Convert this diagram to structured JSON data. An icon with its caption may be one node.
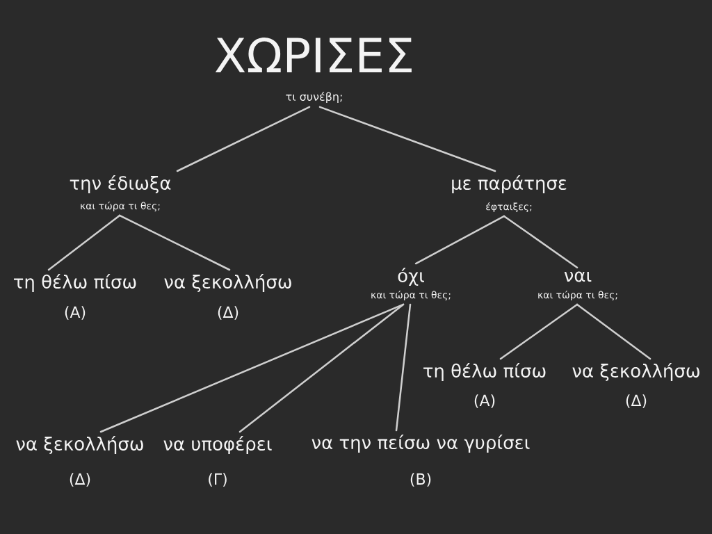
{
  "diagram": {
    "nodes": [
      {
        "text": [
          "ΧΩΡΙΣΕΣ",
          "τι συνέβη;"
        ]
      },
      {
        "text": [
          "την έδιωξα",
          "και τώρα τι θες;"
        ]
      },
      {
        "text": [
          "με παράτησε",
          "έφταιξες;"
        ]
      },
      {
        "text": [
          "τη θέλω πίσω",
          "(Α)"
        ]
      },
      {
        "text": [
          "να ξεκολλήσω",
          "(Δ)"
        ]
      },
      {
        "text": [
          "όχι",
          "και τώρα τι θες;"
        ]
      },
      {
        "text": [
          "ναι",
          "και τώρα τι θες;"
        ]
      },
      {
        "text": [
          "να ξεκολλήσω",
          "(Δ)"
        ]
      },
      {
        "text": [
          "να υποφέρει",
          "(Γ)"
        ]
      },
      {
        "text": [
          "να την πείσω να γυρίσει",
          "(Β)"
        ]
      },
      {
        "text": [
          "τη θέλω πίσω",
          "(Α)"
        ]
      },
      {
        "text": [
          "να ξεκολλήσω",
          "(Δ)"
        ]
      }
    ],
    "edges": [
      {
        "from": 0,
        "to": 1,
        "arrow": "none"
      },
      {
        "from": 0,
        "to": 2,
        "arrow": "none"
      },
      {
        "from": 1,
        "to": 3,
        "arrow": "none"
      },
      {
        "from": 1,
        "to": 4,
        "arrow": "none"
      },
      {
        "from": 2,
        "to": 5,
        "arrow": "none"
      },
      {
        "from": 2,
        "to": 6,
        "arrow": "none"
      },
      {
        "from": 5,
        "to": 7,
        "arrow": "none"
      },
      {
        "from": 5,
        "to": 8,
        "arrow": "none"
      },
      {
        "from": 5,
        "to": 9,
        "arrow": "none"
      },
      {
        "from": 6,
        "to": 10,
        "arrow": "none"
      },
      {
        "from": 6,
        "to": 11,
        "arrow": "none"
      }
    ]
  }
}
